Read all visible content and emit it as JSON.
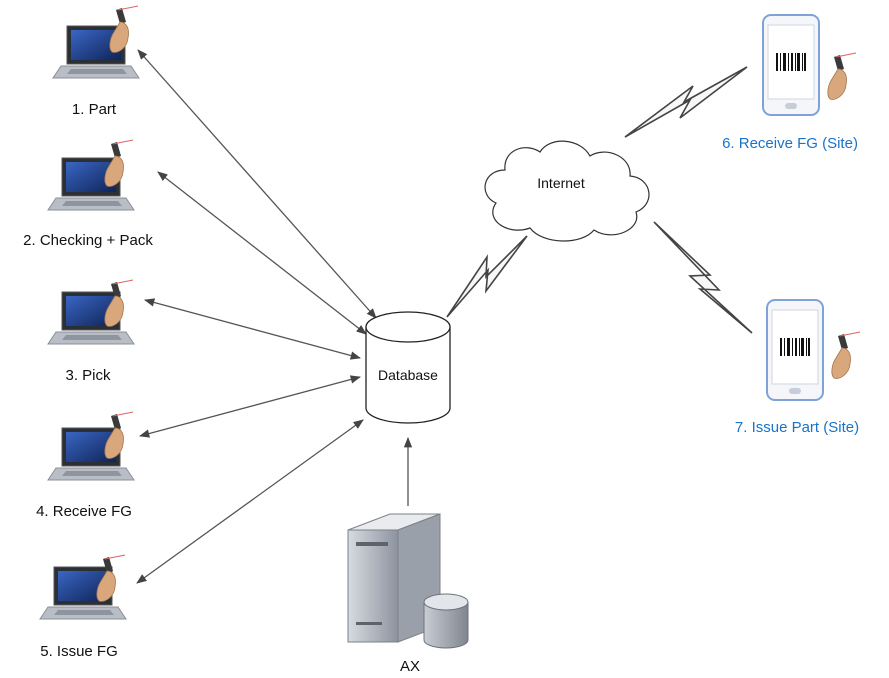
{
  "nodes": {
    "internet": "Internet",
    "database": "Database",
    "ax": "AX"
  },
  "stations": [
    {
      "label": "1. Part"
    },
    {
      "label": "2. Checking + Pack"
    },
    {
      "label": "3. Pick"
    },
    {
      "label": "4. Receive FG"
    },
    {
      "label": "5. Issue FG"
    }
  ],
  "site_devices": [
    {
      "label": "6. Receive FG (Site)"
    },
    {
      "label": "7. Issue Part (Site)"
    }
  ],
  "colors": {
    "site_label": "#1a73c9",
    "line": "#555555",
    "laptop_screen": "#1f3f8f",
    "phone_frame": "#7fa3d8"
  }
}
